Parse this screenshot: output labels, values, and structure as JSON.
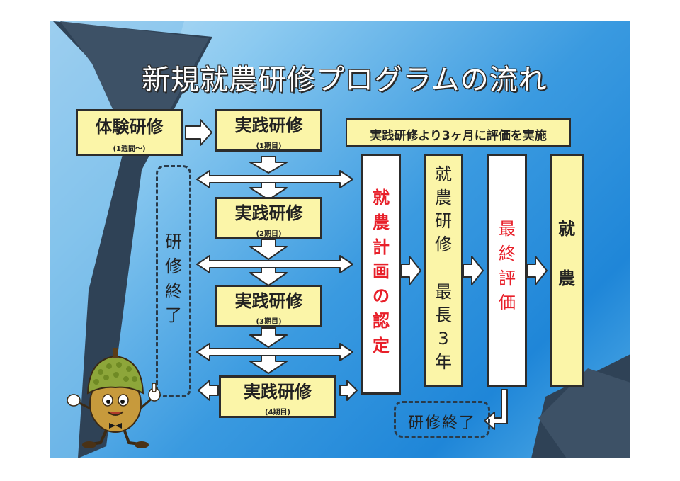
{
  "title": "新規就農研修プログラムの流れ",
  "experience": {
    "label": "体験研修",
    "sub": "(1週間～)"
  },
  "practice": [
    {
      "label": "実践研修",
      "sub": "(1期目)"
    },
    {
      "label": "実践研修",
      "sub": "(2期目)"
    },
    {
      "label": "実践研修",
      "sub": "(3期目)"
    },
    {
      "label": "実践研修",
      "sub": "(4期目)"
    }
  ],
  "evaluation_note": "実践研修より3ヶ月に評価を実施",
  "training_end_left": [
    "研",
    "修",
    "終",
    "了"
  ],
  "plan_approval": [
    "就",
    "農",
    "計",
    "画",
    "の",
    "認",
    "定"
  ],
  "farm_training": [
    "就",
    "農",
    "研",
    "修",
    "　",
    "最",
    "長",
    "3",
    "年"
  ],
  "final_evaluation": [
    "最",
    "終",
    "評",
    "価"
  ],
  "farming": [
    "就",
    "　",
    "農"
  ],
  "training_end_bottom": "研修終了",
  "colors": {
    "accent_red": "#e8202a",
    "box_yellow": "#fbf5a8",
    "arrow_white": "#ffffff"
  },
  "mascot_icon": "acorn-mascot"
}
